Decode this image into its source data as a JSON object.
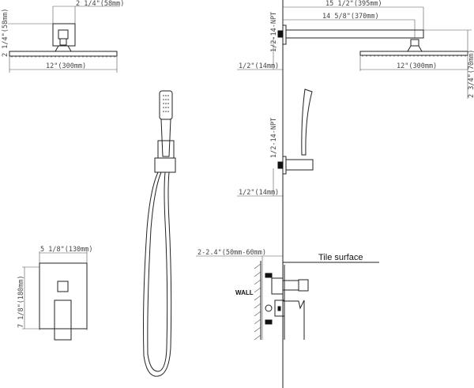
{
  "top_view": {
    "arm_width": "2 1/4\"(58mm)",
    "head_height": "2 1/4\"(58mm)",
    "head_width": "12\"(300mm)"
  },
  "side_view": {
    "arm_length_total": "15 1/2\"(395mm)",
    "arm_length": "14 5/8\"(370mm)",
    "thread_top": "1/2-14-NPT",
    "offset_top": "1/2\"(14mm)",
    "head_width": "12\"(300mm)",
    "head_drop": "2 3/4\"(70mm)",
    "thread_mid": "1/2-14-NPT",
    "offset_mid": "1/2\"(14mm)"
  },
  "trim_plate": {
    "width": "5 1/8\"(130mm)",
    "height": "7 1/8\"(180mm)"
  },
  "valve_section": {
    "depth": "2-2.4\"(50mm-60mm)",
    "tile_label": "Tile surface",
    "wall_label": "WALL"
  }
}
